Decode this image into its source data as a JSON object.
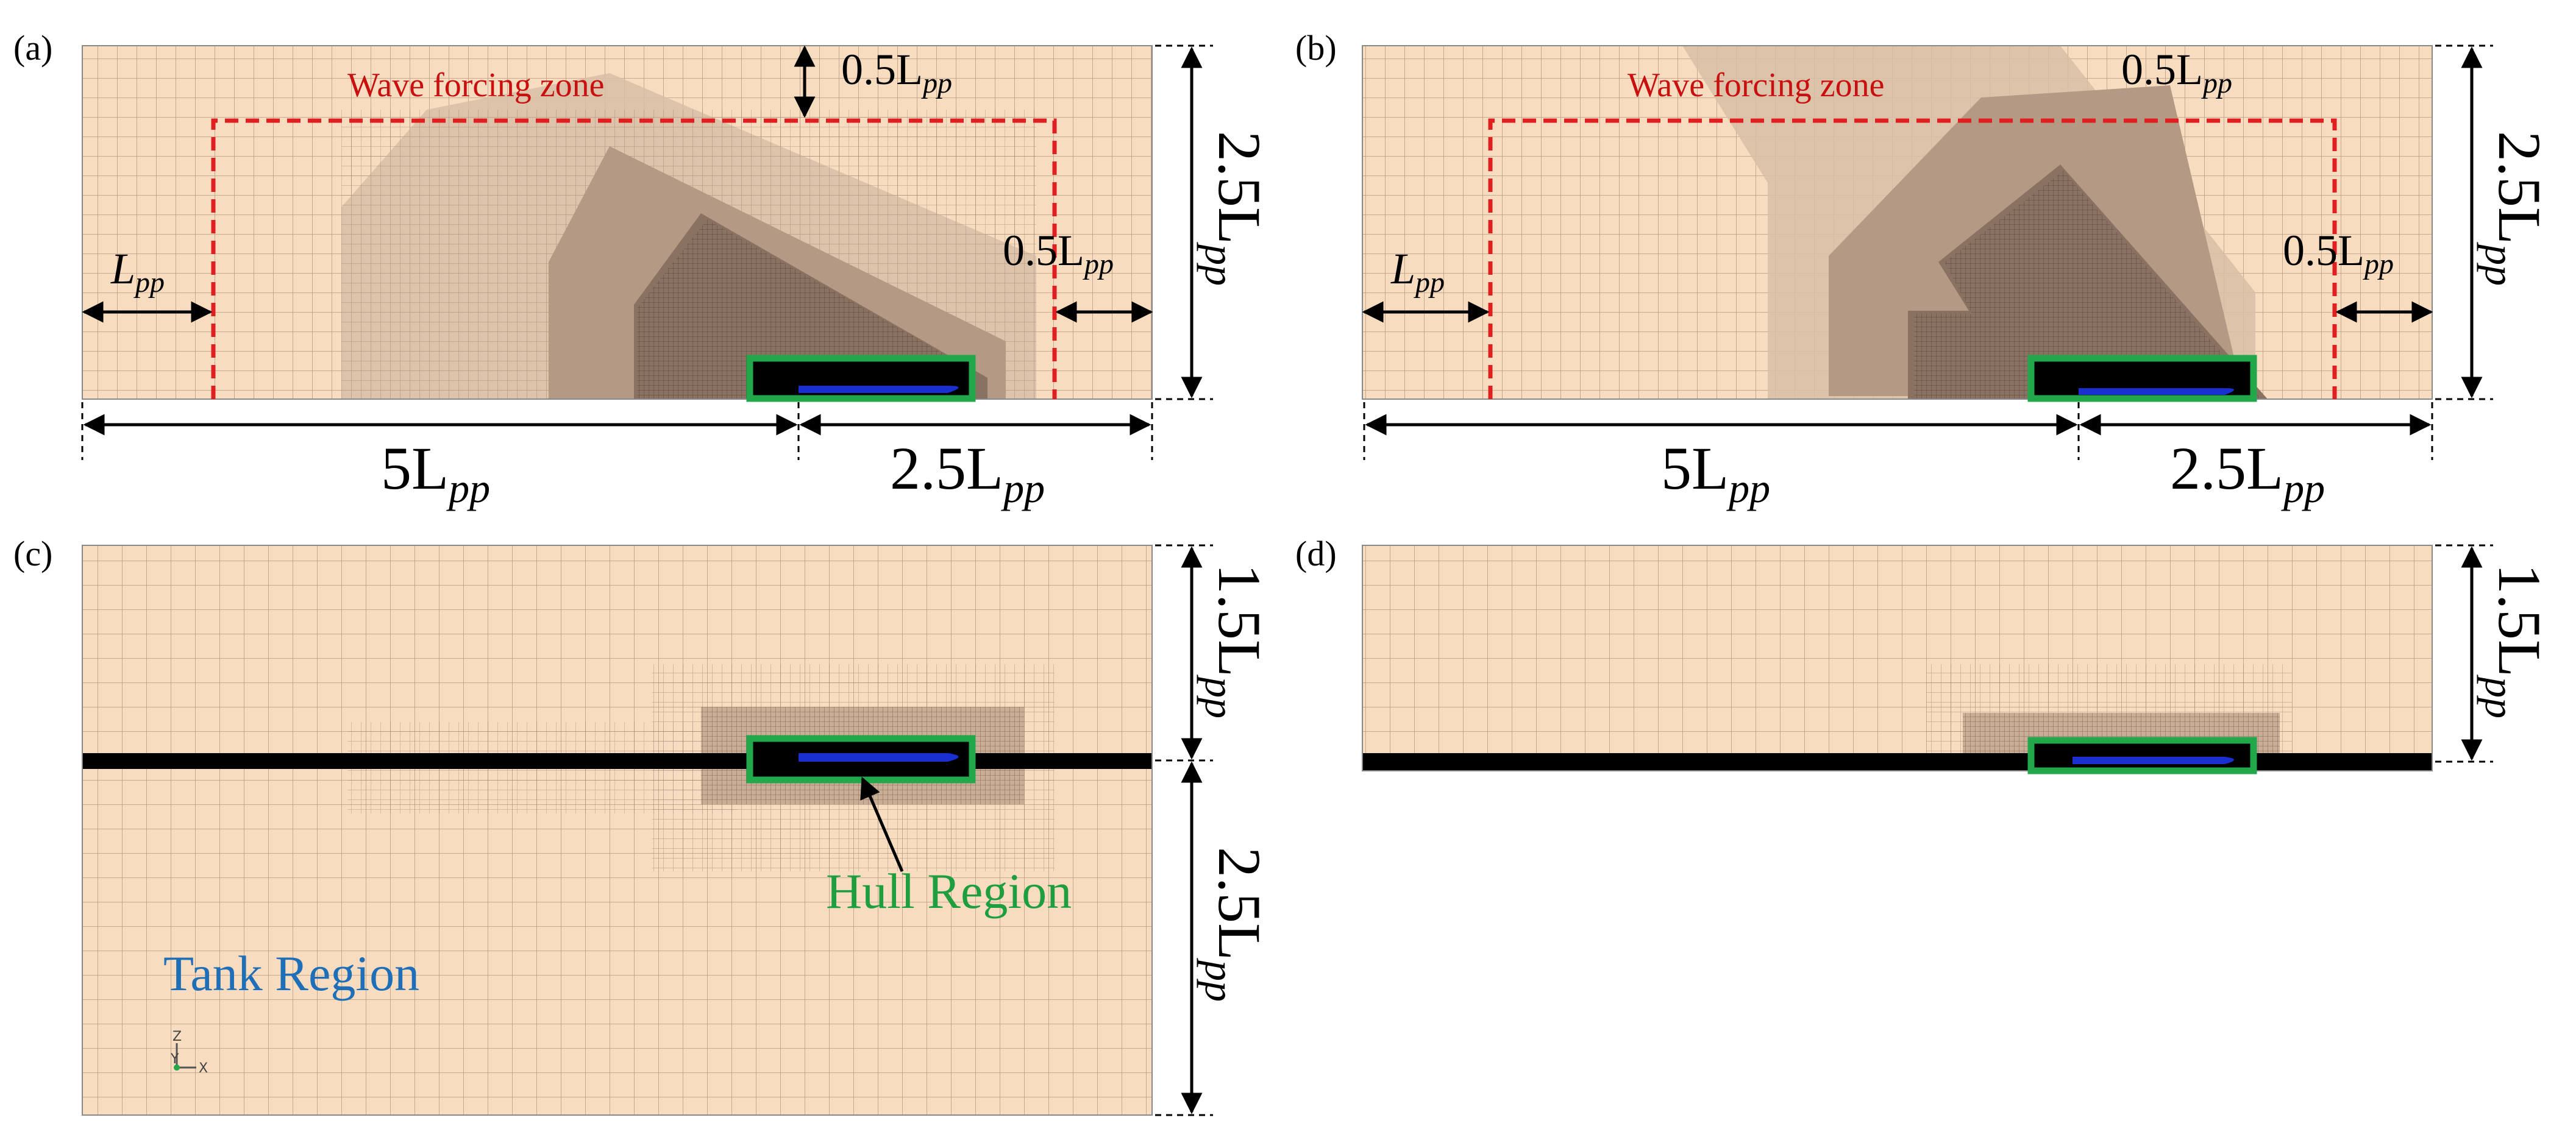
{
  "colors": {
    "mesh_background": "#f7dcc0",
    "mesh_line": "#b89a80",
    "refine_light": "#c9b096",
    "refine_mid": "#a48a74",
    "refine_dark": "#6b5848",
    "refine_darkest": "#3e3128",
    "forcing_zone": "#e02020",
    "hull_box": "#22a84a",
    "hull": "#1a2fd0",
    "tank_label": "#1f6fb8",
    "hull_label": "#1e9e3e",
    "dimension": "#000000"
  },
  "panels": {
    "a": {
      "label": "(a)",
      "zone_label": "Wave forcing zone",
      "dim_top": "0.5L",
      "dim_left": "L",
      "dim_right": "0.5L",
      "dim_height": "2.5L",
      "dim_bottom_left": "5L",
      "dim_bottom_right": "2.5L",
      "subscript": "pp"
    },
    "b": {
      "label": "(b)",
      "zone_label": "Wave forcing zone",
      "dim_top": "0.5L",
      "dim_left": "L",
      "dim_right": "0.5L",
      "dim_height": "2.5L",
      "dim_bottom_left": "5L",
      "dim_bottom_right": "2.5L",
      "subscript": "pp"
    },
    "c": {
      "label": "(c)",
      "dim_upper": "1.5L",
      "dim_lower": "2.5L",
      "subscript": "pp",
      "hull_region": "Hull Region",
      "tank_region": "Tank Region"
    },
    "d": {
      "label": "(d)",
      "dim_upper": "1.5L",
      "subscript": "pp"
    }
  },
  "axis_triad": {
    "z": "Z",
    "y": "Y",
    "x": "X"
  }
}
